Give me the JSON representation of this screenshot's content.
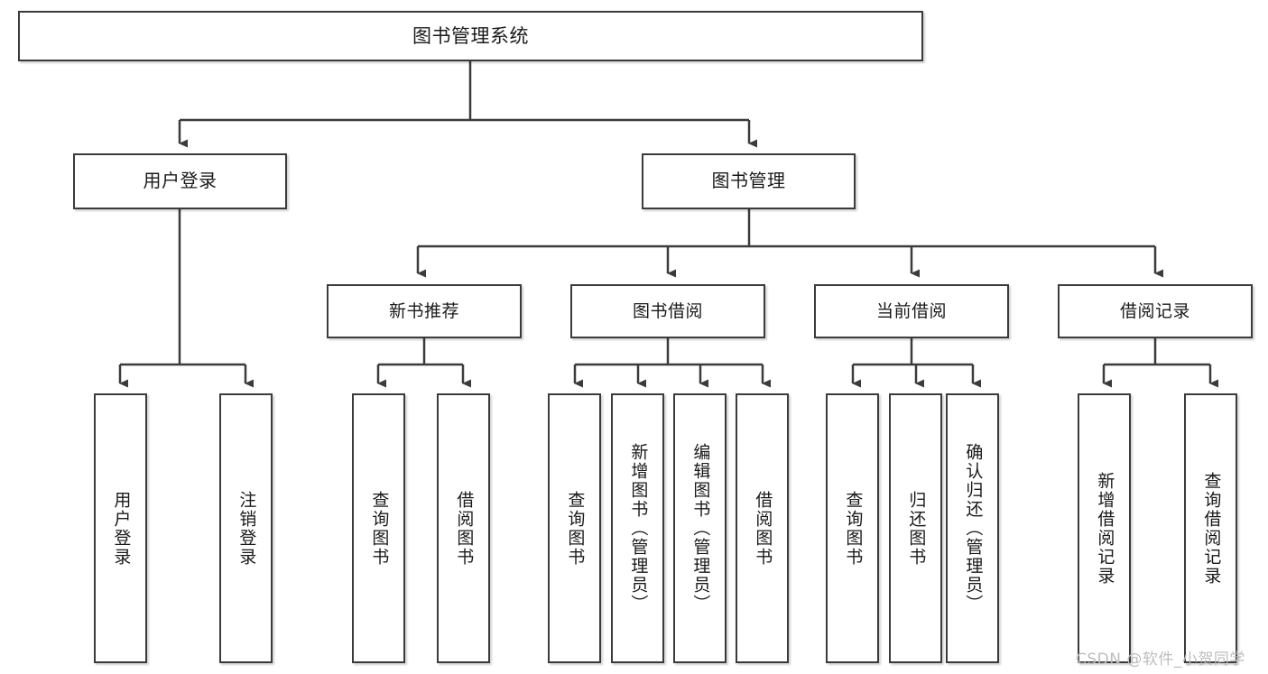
{
  "diagram": {
    "title": "图书管理系统",
    "type": "tree-hierarchy",
    "root": {
      "label": "图书管理系统"
    },
    "level1": [
      {
        "label": "用户登录"
      },
      {
        "label": "图书管理"
      }
    ],
    "level2": [
      {
        "label": "新书推荐"
      },
      {
        "label": "图书借阅"
      },
      {
        "label": "当前借阅"
      },
      {
        "label": "借阅记录"
      }
    ],
    "leaves": {
      "user_login": [
        {
          "label": "用户登录"
        },
        {
          "label": "注销登录"
        }
      ],
      "new_book_recommend": [
        {
          "label": "查询图书"
        },
        {
          "label": "借阅图书"
        }
      ],
      "book_borrow": [
        {
          "label": "查询图书"
        },
        {
          "label": "新增图书（管理员）"
        },
        {
          "label": "编辑图书（管理员）"
        },
        {
          "label": "借阅图书"
        }
      ],
      "current_borrow": [
        {
          "label": "查询图书"
        },
        {
          "label": "归还图书"
        },
        {
          "label": "确认归还（管理员）"
        }
      ],
      "borrow_record": [
        {
          "label": "新增借阅记录"
        },
        {
          "label": "查询借阅记录"
        }
      ]
    }
  },
  "watermark": {
    "text": "CSDN @软件_小贺同学"
  },
  "colors": {
    "stroke": "#3b3b3b",
    "fill": "#ffffff",
    "text": "#1a1a1a",
    "watermark": "#bdbdbd"
  }
}
